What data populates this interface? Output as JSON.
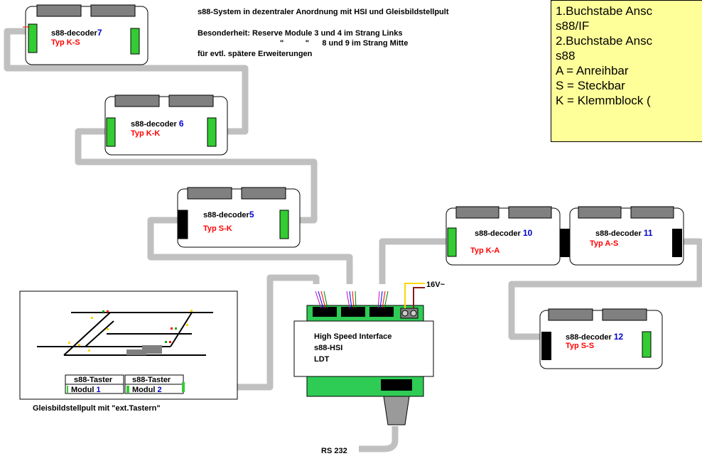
{
  "header": {
    "line1": "s88-System in dezentraler Anordnung mit HSI und Gleisbildstellpult",
    "line2": "Besonderheit: Reserve Module 3 und 4 im Strang Links",
    "line3": "\"          \"      8 und 9 im Strang Mitte",
    "line4": "für evtl. spätere Erweiterungen"
  },
  "legend": {
    "lines": [
      "1.Buchstabe Ansc",
      "s88/IF",
      "2.Buchstabe Ansc",
      "s88",
      "A = Anreihbar",
      "S = Steckbar",
      "K = Klemmblock ("
    ]
  },
  "decoders": [
    {
      "label": "s88-decoder",
      "num": "7",
      "typ": "Typ K-S"
    },
    {
      "label": "s88-decoder",
      "num": "6",
      "typ": "Typ K-K"
    },
    {
      "label": "s88-decoder",
      "num": "5",
      "typ": "Typ S-K"
    },
    {
      "label": "s88-decoder",
      "num": "10",
      "typ": "Typ K-A"
    },
    {
      "label": "s88-decoder",
      "num": "11",
      "typ": "Typ A-S"
    },
    {
      "label": "s88-decoder",
      "num": "12",
      "typ": "Typ S-S"
    }
  ],
  "hsi": {
    "line1": "High Speed Interface",
    "line2": "s88-HSI",
    "line3": "LDT",
    "power": "16V~",
    "port": "RS 232"
  },
  "panel": {
    "caption": "Gleisbildstellpult mit \"ext.Tastern\"",
    "modules": [
      {
        "title": "s88-Taster",
        "label": "Modul",
        "num": "1"
      },
      {
        "title": "s88-Taster",
        "label": "Modul",
        "num": "2"
      }
    ]
  },
  "colors": {
    "cable": "#c0c0c0",
    "connector_green": "#33cc33",
    "board_green": "#2ecc55",
    "typ_red": "#ff0000",
    "num_blue": "#0000cc",
    "legend_bg": "#ffff99"
  }
}
